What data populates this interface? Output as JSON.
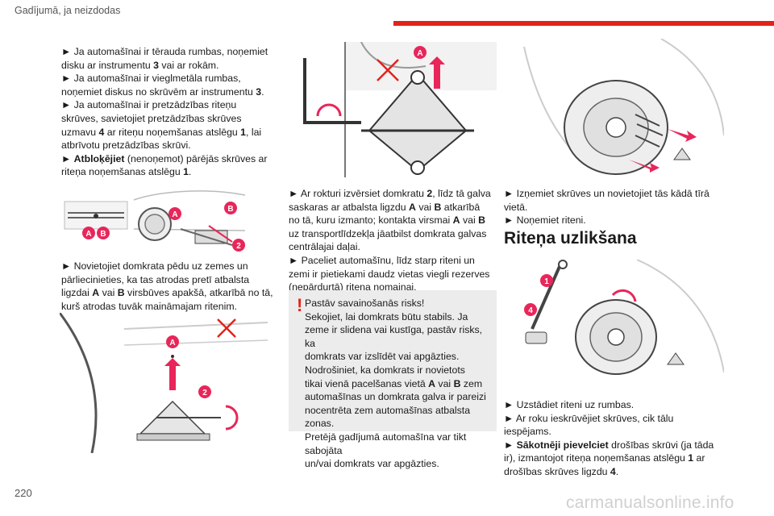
{
  "header": {
    "section": "Gadījumā, ja neizdodas"
  },
  "page_number": "220",
  "watermark": "carmanualsonline.info",
  "col1": {
    "para1_lines": [
      "► Ja automašīnai ir tērauda rumbas, noņemiet",
      "disku ar instrumentu 3 vai ar rokām.",
      "► Ja automašīnai ir vieglmetāla rumbas,",
      "noņemiet diskus no skrūvēm ar instrumentu 3.",
      "► Ja automašīnai ir pretzādzības riteņu",
      "skrūves, savietojiet pretzādzības skrūves",
      "uzmavu 4 ar riteņu noņemšanas atslēgu 1, lai",
      "atbrīvotu pretzādzības skrūvi.",
      "► Atbloķējiet (nenoņemot) pārējās skrūves ar",
      "riteņa noņemšanas atslēgu 1."
    ],
    "para2_lines": [
      "► Novietojiet domkrata pēdu uz zemes un",
      "pārliecinieties, ka tas atrodas pretī atbalsta",
      "ligzdai A vai B virsbūves apakšā, atkarībā no tā,",
      "kurš atrodas tuvāk maināmajam ritenim."
    ]
  },
  "col2": {
    "para1_lines": [
      "► Ar rokturi izvērsiet domkratu 2, līdz tā galva",
      "saskaras ar atbalsta ligzdu A vai B atkarībā",
      "no tā, kuru izmanto; kontakta virsmai A vai B",
      "uz transportlīdzekļa jāatbilst domkrata galvas",
      "centrālajai daļai.",
      "► Paceliet automašīnu, līdz starp riteni un",
      "zemi ir pietiekami daudz vietas viegli rezerves",
      "(nepārdurtā) riteņa nomaiņai."
    ],
    "warning_icon": "!",
    "warning_lines": [
      "Pastāv savainošanās risks!",
      "Sekojiet, lai domkrats būtu stabils. Ja",
      "zeme ir slidena vai kustīga, pastāv risks, ka",
      "domkrats var izslīdēt vai apgāzties.",
      "Nodrošiniet, ka domkrats ir novietots",
      "tikai vienā pacelšanas vietā A vai B zem",
      "automašīnas un domkrata galva ir pareizi",
      "nocentrēta zem automašīnas atbalsta zonas.",
      "Pretējā gadījumā automašīna var tikt sabojāta",
      "un/vai domkrats var apgāzties."
    ]
  },
  "col3": {
    "para1_lines": [
      "► Izņemiet skrūves un novietojiet tās kādā tīrā",
      "vietā.",
      "► Noņemiet riteni."
    ],
    "heading": "Riteņa uzlikšana",
    "para2_lines": [
      "► Uzstādiet riteni uz rumbas.",
      "► Ar roku ieskrūvējiet skrūves, cik tālu",
      "iespējams.",
      "► Sākotnēji pievelciet drošības skrūvi (ja tāda",
      "ir), izmantojot riteņa noņemšanas atslēgu 1 ar",
      "drošības skrūves ligzdu 4."
    ]
  },
  "labels": {
    "a": "A",
    "b": "B",
    "n1": "1",
    "n2": "2",
    "n4": "4"
  },
  "colors": {
    "accent_red": "#e2231a",
    "label_pink": "#e8265a",
    "warn_bg": "#ececec"
  }
}
